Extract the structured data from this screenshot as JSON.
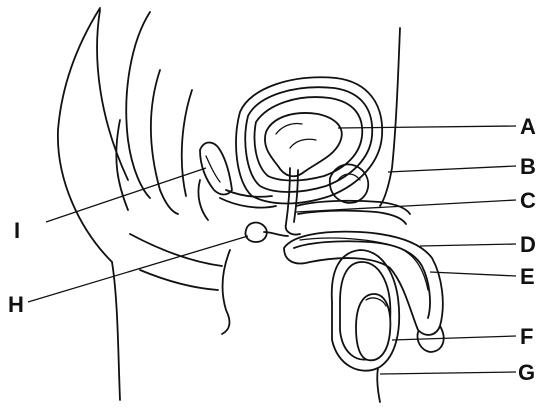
{
  "diagram": {
    "labels": {
      "A": "A",
      "B": "B",
      "C": "C",
      "D": "D",
      "E": "E",
      "F": "F",
      "G": "G",
      "H": "H",
      "I": "I"
    }
  }
}
